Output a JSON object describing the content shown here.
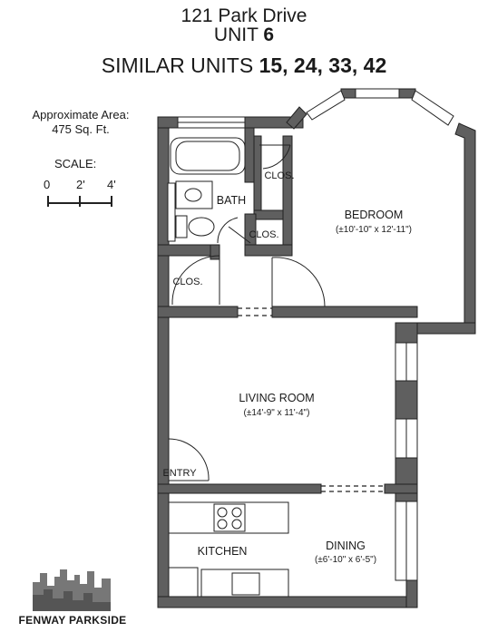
{
  "header": {
    "address": "121 Park Drive",
    "unit_prefix": "UNIT",
    "unit_number": "6",
    "similar_prefix": "SIMILAR UNITS",
    "similar_units": "15, 24, 33, 42"
  },
  "area": {
    "label": "Approximate Area:",
    "value": "475 Sq. Ft."
  },
  "scale": {
    "label": "SCALE:",
    "ticks": [
      "0",
      "2'",
      "4'"
    ]
  },
  "rooms": {
    "bath": "BATH",
    "clos_upper": "CLOS.",
    "clos_middle": "CLOS.",
    "clos_lower": "CLOS.",
    "bedroom": "BEDROOM",
    "bedroom_dim": "(±10'-10\" x 12'-11\")",
    "living": "LIVING ROOM",
    "living_dim": "(±14'-9\" x 11'-4\")",
    "entry": "ENTRY",
    "kitchen": "KITCHEN",
    "dining": "DINING",
    "dining_dim": "(±6'-10\" x 6'-5\")"
  },
  "logo": {
    "text": "FENWAY PARKSIDE"
  },
  "colors": {
    "wall": "#5f5f5f",
    "wall_outline": "#222222",
    "text": "#1a1a1a"
  }
}
